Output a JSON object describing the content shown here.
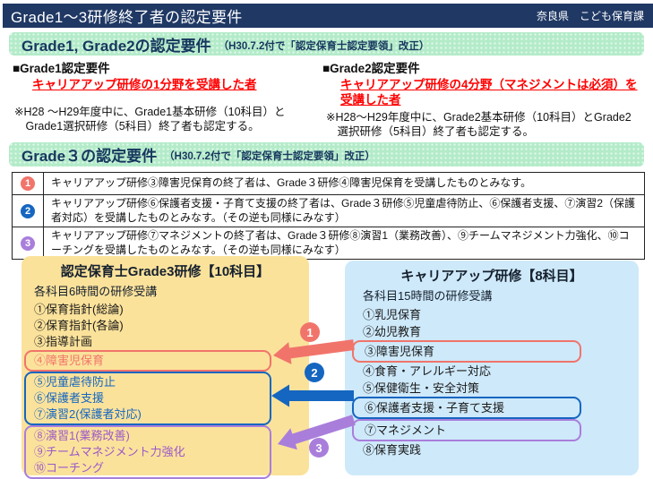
{
  "header": {
    "title": "Grade1～3研修終了者の認定要件",
    "org": "奈良県　こども保育課"
  },
  "grade12": {
    "title": "Grade1, Grade2の認定要件",
    "subtitle": "（H30.7.2付で「認定保育士認定要領」改正）",
    "grade1": {
      "heading": "■Grade1認定要件",
      "requirement": "キャリアアップ研修の1分野を受講した者",
      "note": "※H28 ～H29年度中に、Grade1基本研修（10科目）と\n　Grade1選択研修（5科目）終了者も認定する。"
    },
    "grade2": {
      "heading": "■Grade2認定要件",
      "requirement": "キャリアアップ研修の4分野（マネジメントは必須）を受講した者",
      "note": "※H28～H29年度中に、Grade2基本研修（10科目）とGrade2\n　選択研修（5科目）終了者も認定する。"
    }
  },
  "grade3": {
    "title": "Grade３の認定要件",
    "subtitle": "（H30.7.2付で「認定保育士認定要領」改正）",
    "rules": [
      {
        "num": "1",
        "text": "キャリアアップ研修③障害児保育の終了者は、Grade３研修④障害児保育を受講したものとみなす。"
      },
      {
        "num": "2",
        "text": "キャリアアップ研修⑥保護者支援・子育て支援の終了者は、Grade３研修⑤児童虐待防止、⑥保護者支援、⑦演習2（保護者対応）を受講したものとみなす。（その逆も同様にみなす）"
      },
      {
        "num": "3",
        "text": "キャリアアップ研修⑦マネジメントの終了者は、Grade３研修⑧演習1（業務改善）、⑨チームマネジメント力強化、⑩コーチングを受講したものとみなす。（その逆も同様にみなす）"
      }
    ]
  },
  "left_panel": {
    "title": "認定保育士Grade3研修【10科目】",
    "subtitle": "各科目6時間の研修受講",
    "items": [
      "①保育指針(総論)",
      "②保育指針(各論)",
      "③指導計画",
      "④障害児保育",
      "⑤児童虐待防止",
      "⑥保護者支援",
      "⑦演習2(保護者対応)",
      "⑧演習1(業務改善)",
      "⑨チームマネジメント力強化",
      "⑩コーチング"
    ]
  },
  "right_panel": {
    "title": "キャリアアップ研修【8科目】",
    "subtitle": "各科目15時間の研修受講",
    "items": [
      "①乳児保育",
      "②幼児教育",
      "③障害児保育",
      "④食育・アレルギー対応",
      "⑤保健衛生・安全対策",
      "⑥保護者支援・子育て支援",
      "⑦マネジメント",
      "⑧保育実践"
    ]
  },
  "connections": [
    {
      "num": "1"
    },
    {
      "num": "2"
    },
    {
      "num": "3"
    }
  ],
  "colors": {
    "navy": "#1F3864",
    "band_green": "#B3EBC9",
    "panel_yellow": "#FBE29B",
    "panel_blue": "#CEE9FA",
    "salmon": "#F1746B",
    "blue": "#1566C0",
    "purple": "#A97EDB",
    "red_text": "#FF0000"
  }
}
